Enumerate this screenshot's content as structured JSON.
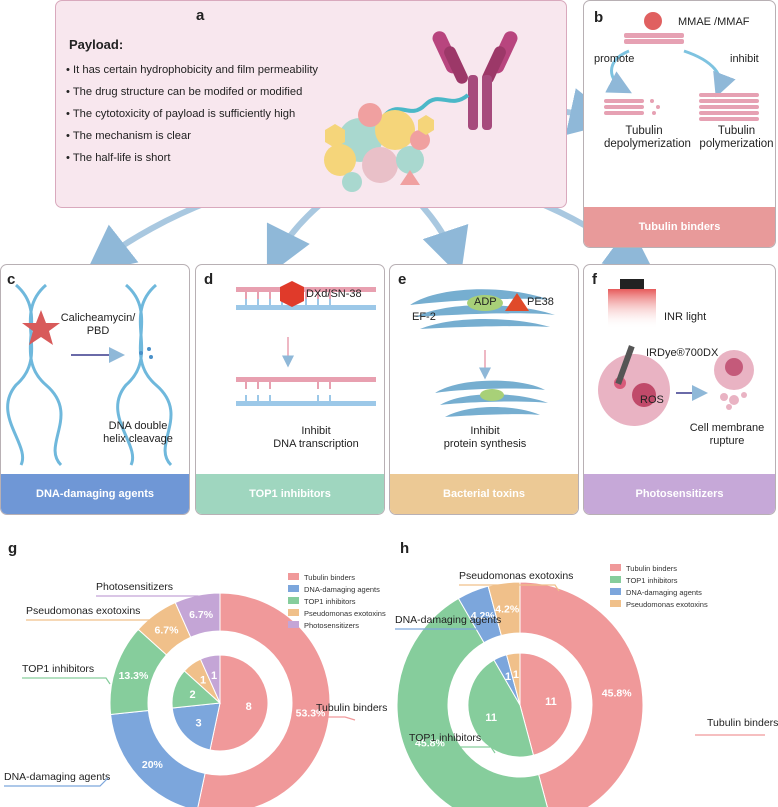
{
  "panels": {
    "a": {
      "label": "a",
      "title": "Payload:",
      "bullets": [
        "It has certain hydrophobicity and film permeability",
        "The drug structure can be modifed or modified",
        "The cytotoxicity of payload is sufficiently high",
        "The mechanism is clear",
        "The half-life is short"
      ]
    },
    "b": {
      "label": "b",
      "drug": "MMAE /MMAF",
      "promote": "promote",
      "inhibit": "inhibit",
      "left_line1": "Tubulin",
      "left_line2": "depolymerization",
      "right_line1": "Tubulin",
      "right_line2": "polymerization",
      "footer": "Tubulin binders"
    },
    "c": {
      "label": "c",
      "drug_line1": "Calicheamycin/",
      "drug_line2": "PBD",
      "result_line1": "DNA double",
      "result_line2": "helix cleavage",
      "footer": "DNA-damaging agents"
    },
    "d": {
      "label": "d",
      "drug": "DXd/SN-38",
      "result_line1": "Inhibit",
      "result_line2": "DNA transcription",
      "footer": "TOP1 inhibitors"
    },
    "e": {
      "label": "e",
      "ef2": "EF-2",
      "adp": "ADP",
      "pe38": "PE38",
      "result_line1": "Inhibit",
      "result_line2": "protein synthesis",
      "footer": "Bacterial toxins"
    },
    "f": {
      "label": "f",
      "light": "INR light",
      "dye": "IRDye®700DX",
      "ros": "ROS",
      "result_line1": "Cell membrane",
      "result_line2": "rupture",
      "footer": "Photosensitizers"
    },
    "g": {
      "label": "g"
    },
    "h": {
      "label": "h"
    }
  },
  "colors": {
    "tubulin": "#f0999a",
    "dna": "#7ca6dc",
    "top1": "#86cd9c",
    "pseudo": "#f0c08a",
    "photo": "#c4a5d6",
    "footer_b": "#e89a9a",
    "footer_c": "#6f97d6",
    "footer_d": "#9fd6bf",
    "footer_e": "#ecc995",
    "footer_f": "#c6a8d8"
  },
  "chart_data": [
    {
      "type": "pie",
      "title": "",
      "legend_position": "top-right",
      "categories": [
        "Tubulin binders",
        "DNA-damaging agents",
        "TOP1 inhibitors",
        "Pseudomonas exotoxins",
        "Photosensitizers"
      ],
      "series": [
        {
          "ring": "inner",
          "values": [
            8,
            3,
            2,
            1,
            1
          ],
          "labels": [
            "8",
            "3",
            "2",
            "1",
            "1"
          ]
        },
        {
          "ring": "outer",
          "values": [
            53.3,
            20,
            13.3,
            6.7,
            6.7
          ],
          "labels": [
            "53.3%",
            "20%",
            "13.3%",
            "6.7%",
            "6.7%"
          ]
        }
      ],
      "callouts": [
        "Tubulin binders",
        "DNA-damaging agents",
        "TOP1 inhibitors",
        "Pseudomonas exotoxins",
        "Photosensitizers"
      ]
    },
    {
      "type": "pie",
      "title": "",
      "legend_position": "top-right",
      "categories": [
        "Tubulin binders",
        "TOP1 inhibitors",
        "DNA-damaging agents",
        "Pseudomonas exotoxins"
      ],
      "series": [
        {
          "ring": "inner",
          "values": [
            11,
            11,
            1,
            1
          ],
          "labels": [
            "11",
            "11",
            "1",
            "1"
          ]
        },
        {
          "ring": "outer",
          "values": [
            45.8,
            45.8,
            4.2,
            4.2
          ],
          "labels": [
            "45.8%",
            "45.8%",
            "4.2%",
            "4.2%"
          ]
        }
      ],
      "callouts": [
        "Tubulin binders",
        "TOP1 inhibitors",
        "DNA-damaging agents",
        "Pseudomonas exotoxins"
      ]
    }
  ]
}
